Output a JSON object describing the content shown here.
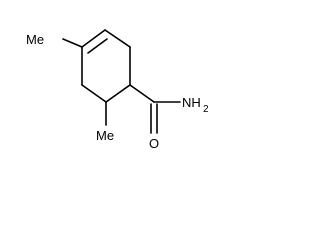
{
  "molecule": {
    "labels": {
      "methyl_top": "Me",
      "methyl_bottom": "Me",
      "amide_nitrogen": "NH",
      "amide_subscript": "2",
      "carbonyl_oxygen": "O"
    }
  }
}
